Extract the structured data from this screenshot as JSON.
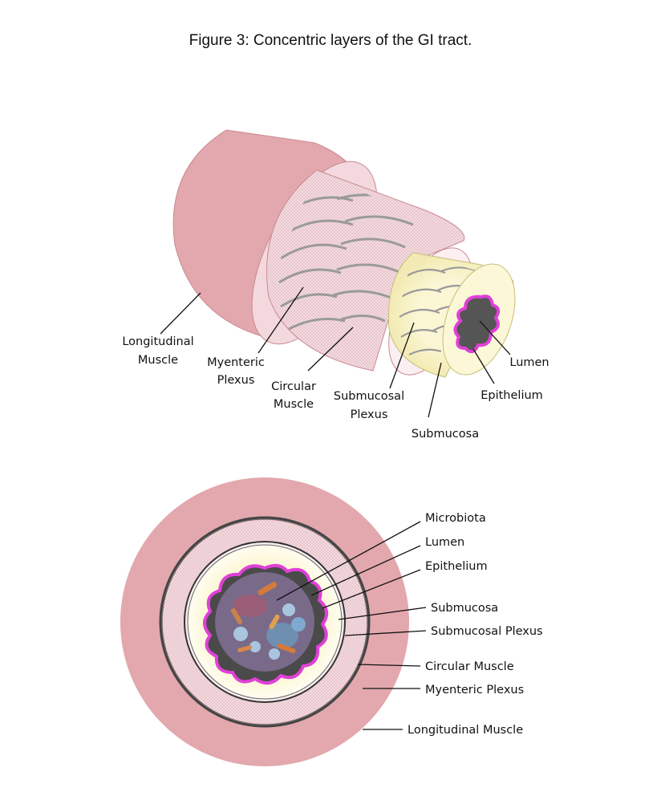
{
  "title": "Figure 3: Concentric layers of the GI tract.",
  "colors": {
    "longitudinal_muscle": "#e2a8ae",
    "circular_muscle": "#f0d3d8",
    "submucosa": "#f8f3c8",
    "epithelium": "#e040d8",
    "lumen": "#555555",
    "plexus": "#9a9a9a"
  },
  "tube_labels": {
    "longitudinal": [
      "Longitudinal",
      "Muscle"
    ],
    "myenteric": [
      "Myenteric",
      "Plexus"
    ],
    "circular": [
      "Circular",
      "Muscle"
    ],
    "submucosal_plexus": [
      "Submucosal",
      "Plexus"
    ],
    "submucosa": "Submucosa",
    "lumen": "Lumen",
    "epithelium": "Epithelium"
  },
  "cross_labels": {
    "microbiota": "Microbiota",
    "lumen": "Lumen",
    "epithelium": "Epithelium",
    "submucosa": "Submucosa",
    "submucosal_plexus": "Submucosal Plexus",
    "circular_muscle": "Circular Muscle",
    "myenteric_plexus": "Myenteric Plexus",
    "longitudinal_muscle": "Longitudinal Muscle"
  }
}
